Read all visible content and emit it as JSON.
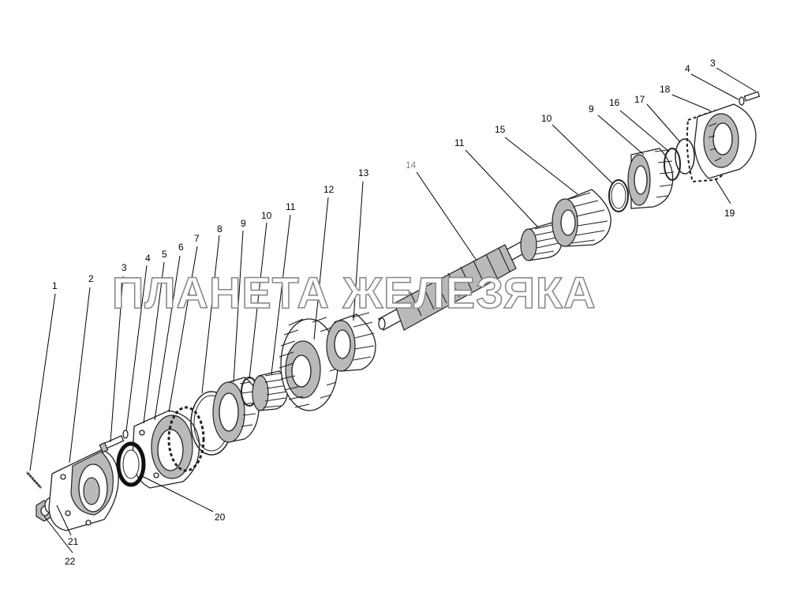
{
  "watermark": "ПЛАНЕТА ЖЕЛЕЗЯКА",
  "colors": {
    "line": "#222222",
    "background": "#ffffff",
    "watermark_outline": "#8a8a8a",
    "highlight_label": "#888888"
  },
  "labels": {
    "n1": "1",
    "n2": "2",
    "n3a": "3",
    "n4a": "4",
    "n5": "5",
    "n6": "6",
    "n7": "7",
    "n8": "8",
    "n9a": "9",
    "n10a": "10",
    "n11a": "11",
    "n12": "12",
    "n13": "13",
    "n14": "14",
    "n11b": "11",
    "n15": "15",
    "n10b": "10",
    "n9b": "9",
    "n16": "16",
    "n17": "17",
    "n18": "18",
    "n4b": "4",
    "n3b": "3",
    "n19": "19",
    "n20": "20",
    "n21": "21",
    "n22": "22"
  }
}
